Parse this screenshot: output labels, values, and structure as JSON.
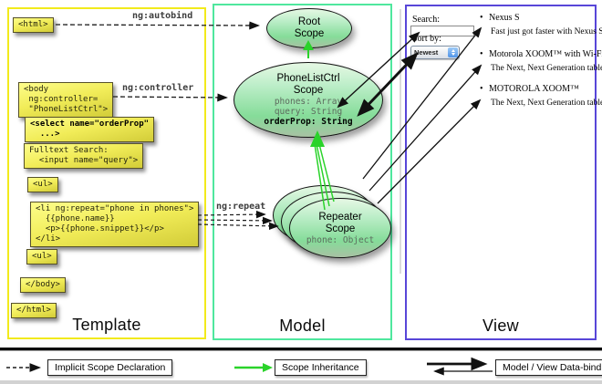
{
  "colors": {
    "template_border": "#f2ea1c",
    "model_border": "#4fe79e",
    "view_border": "#5846d8",
    "scope_fill_green": "#85dc99",
    "arrow_green": "#2ad32a",
    "arrow_black": "#111111"
  },
  "panels": {
    "template": {
      "title": "Template"
    },
    "model": {
      "title": "Model"
    },
    "view": {
      "title": "View"
    }
  },
  "template": {
    "labels": {
      "autobind": "ng:autobind",
      "controller": "ng:controller",
      "repeat": "ng:repeat"
    },
    "code": {
      "html_open": "<html>",
      "body_open": "<body\n ng:controller=\n \"PhoneListCtrl\">",
      "select": "<select name=\"orderProp\"\n  ...>",
      "fulltext": "Fulltext Search:\n  <input name=\"query\">",
      "ul_open": "<ul>",
      "li_repeat": "<li ng:repeat=\"phone in phones\">\n  {{phone.name}}\n  <p>{{phone.snippet}}</p>\n</li>",
      "ul_close": "<ul>",
      "body_close": "</body>",
      "html_close": "</html>"
    }
  },
  "model": {
    "root_scope": {
      "title": "Root\nScope"
    },
    "phonelist_scope": {
      "title": "PhoneListCtrl\nScope",
      "prop1": "phones: Array",
      "prop2": "query: String",
      "prop3": "orderProp: String"
    },
    "repeater_scope": {
      "title": "Repeater\nScope",
      "prop": "phone: Object"
    }
  },
  "view": {
    "search_label": "Search:",
    "search_value": "",
    "sort_label": "Sort by:",
    "sort_value": "Newest",
    "items": [
      {
        "title": "Nexus S",
        "desc": "Fast just got faster with Nexus S."
      },
      {
        "title": "Motorola XOOM™ with Wi-Fi",
        "desc": "The Next, Next Generation tablet."
      },
      {
        "title": "MOTOROLA XOOM™",
        "desc": "The Next, Next Generation tablet."
      }
    ]
  },
  "legend": {
    "implicit": "Implicit Scope Declaration",
    "inheritance": "Scope Inheritance",
    "databinding": "Model / View Data-binding"
  }
}
